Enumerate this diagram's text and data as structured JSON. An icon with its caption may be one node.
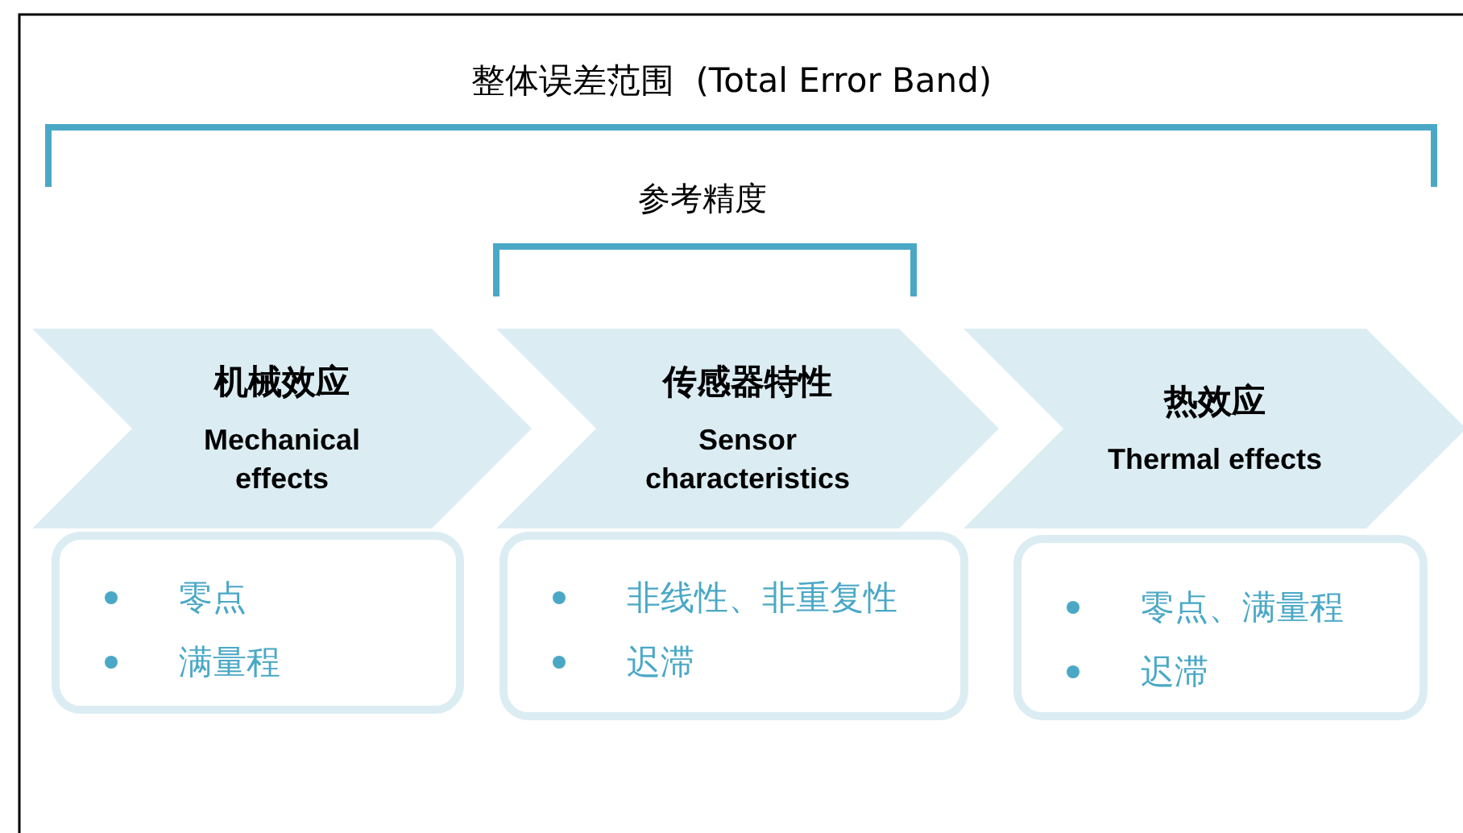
{
  "diagram": {
    "title": "整体误差范围  (Total Error Band)",
    "nodes": [
      {
        "text": [
          "机械效应",
          "Mechanical effects"
        ]
      },
      {
        "text": [
          "零点",
          "满量程"
        ]
      },
      {
        "text": [
          "传感器特性",
          "Sensor characteristics"
        ]
      },
      {
        "text": [
          "非线性、非重复性",
          "迟滞"
        ]
      },
      {
        "text": [
          "热效应",
          "Thermal effects"
        ]
      },
      {
        "text": [
          "零点、满量程",
          "迟滞"
        ]
      }
    ],
    "labels": [
      "参考精度"
    ]
  }
}
